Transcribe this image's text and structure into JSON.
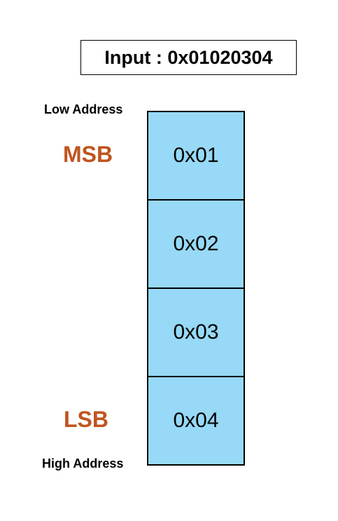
{
  "input": {
    "text": "Input : 0x01020304"
  },
  "labels": {
    "low_address": "Low Address",
    "high_address": "High Address",
    "msb": "MSB",
    "lsb": "LSB"
  },
  "memory_cells": [
    "0x01",
    "0x02",
    "0x03",
    "0x04"
  ],
  "colors": {
    "cell_fill": "#97d9f6",
    "accent_label": "#c0541f",
    "border": "#000000"
  }
}
